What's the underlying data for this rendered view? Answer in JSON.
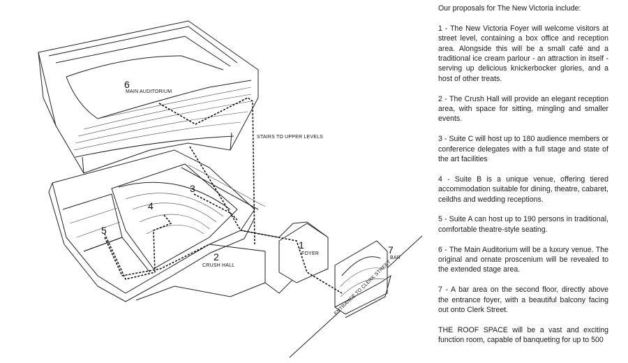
{
  "labels": {
    "main_auditorium_num": "6",
    "main_auditorium": "MAIN AUDITORIUM",
    "stairs": "STAIRS TO UPPER LEVELS",
    "suite_c_num": "3",
    "suite_b_num": "4",
    "suite_a_num": "5",
    "crush_hall_num": "2",
    "crush_hall": "CRUSH HALL",
    "foyer_num": "1",
    "foyer": "FOYER",
    "bar_num": "7",
    "bar": "BAR",
    "entrance": "ENTRANCE TO CLERK STREET"
  },
  "text": {
    "intro": "Our proposals for The New Victoria include:",
    "items": [
      "1 - The New Victoria Foyer will welcome visitors at street level, containing a box office and reception area.  Alongside this will be a small café and a traditional ice cream parlour - an attraction in itself - serving up delicious knickerbocker glories, and a host of other treats.",
      "2 - The Crush Hall will provide an elegant reception area, with space for sitting, mingling and smaller events.",
      "3 - Suite C will host up to 180 audience members or conference delegates with a full stage and state of the art facilities",
      "4 - Suite B is a unique venue, offering tiered accommodation suitable for dining, theatre, cabaret, ceildhs and wedding receptions.",
      "5 - Suite A can host up to 190 persons in traditional, comfortable theatre-style seating.",
      "6 - The Main Auditorium will be a luxury venue. The original and ornate proscenium will be revealed to the extended stage area.",
      "7 - A bar area on the second floor, directly above the entrance foyer, with a beautiful balcony facing out onto Clerk Street.",
      "THE ROOF SPACE will be a vast and exciting function room, capable of banqueting for up to 500"
    ]
  }
}
